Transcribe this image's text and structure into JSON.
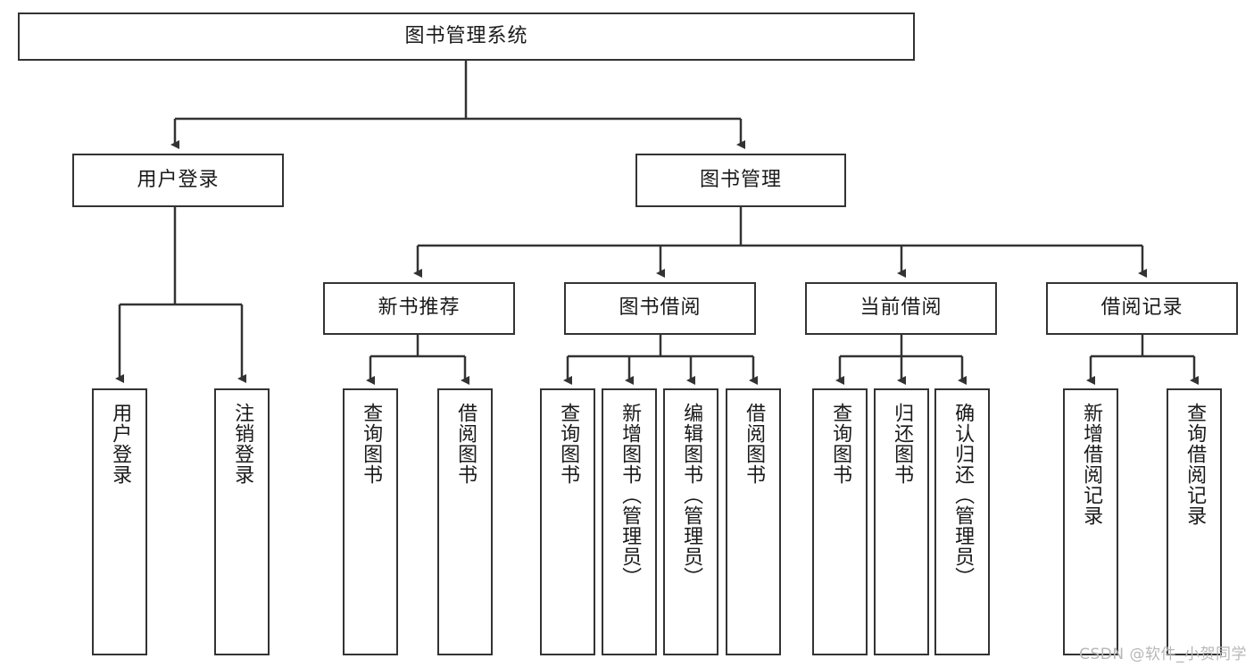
{
  "diagram": {
    "title": "图书管理系统",
    "watermark": "CSDN @软件_小贺同学",
    "colors": {
      "box_border": "#333333",
      "box_fill": "#ffffff",
      "edge": "#333333",
      "text": "#1a1a1a",
      "watermark": "#b7b7b7",
      "background": "#ffffff"
    },
    "levels": {
      "root": {
        "label": "图书管理系统"
      },
      "level2": [
        {
          "id": "user-login",
          "label": "用户登录"
        },
        {
          "id": "book-management",
          "label": "图书管理"
        }
      ],
      "level3": [
        {
          "id": "new-book-recommend",
          "label": "新书推荐",
          "parent": "book-management"
        },
        {
          "id": "book-borrow",
          "label": "图书借阅",
          "parent": "book-management"
        },
        {
          "id": "current-borrow",
          "label": "当前借阅",
          "parent": "book-management"
        },
        {
          "id": "borrow-record",
          "label": "借阅记录",
          "parent": "book-management"
        }
      ],
      "leaves": [
        {
          "id": "leaf-user-login",
          "label": "用户登录",
          "parent": "user-login"
        },
        {
          "id": "leaf-user-logout",
          "label": "注销登录",
          "parent": "user-login"
        },
        {
          "id": "leaf-query-book-1",
          "label": "查询图书",
          "parent": "new-book-recommend"
        },
        {
          "id": "leaf-borrow-book-1",
          "label": "借阅图书",
          "parent": "new-book-recommend"
        },
        {
          "id": "leaf-query-book-2",
          "label": "查询图书",
          "parent": "book-borrow"
        },
        {
          "id": "leaf-add-book",
          "label": "新增图书（管理员）",
          "parent": "book-borrow"
        },
        {
          "id": "leaf-edit-book",
          "label": "编辑图书（管理员）",
          "parent": "book-borrow"
        },
        {
          "id": "leaf-borrow-book-2",
          "label": "借阅图书",
          "parent": "book-borrow"
        },
        {
          "id": "leaf-query-book-3",
          "label": "查询图书",
          "parent": "current-borrow"
        },
        {
          "id": "leaf-return-book",
          "label": "归还图书",
          "parent": "current-borrow"
        },
        {
          "id": "leaf-confirm-return",
          "label": "确认归还（管理员）",
          "parent": "current-borrow"
        },
        {
          "id": "leaf-add-record",
          "label": "新增借阅记录",
          "parent": "borrow-record"
        },
        {
          "id": "leaf-query-record",
          "label": "查询借阅记录",
          "parent": "borrow-record"
        }
      ]
    }
  }
}
